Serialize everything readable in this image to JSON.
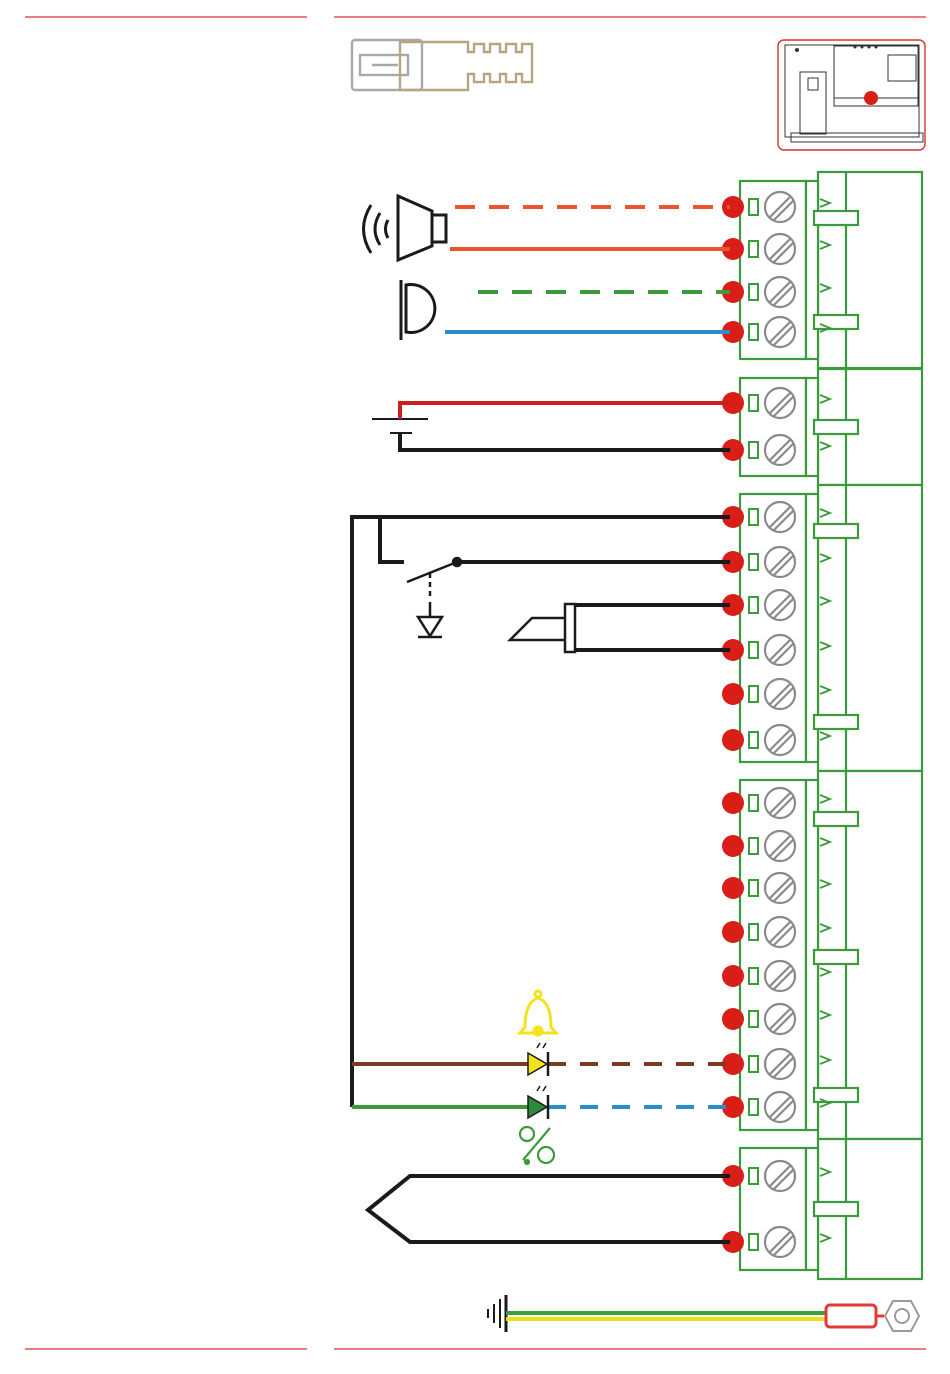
{
  "colors": {
    "rule": "#d9332b",
    "terminal_green": "#3b9a3b",
    "terminal_dot": "#d91e18",
    "screw_gray": "#8a8a8a",
    "wire_orange": "#e8542e",
    "wire_green": "#3c9a3c",
    "wire_blue": "#2a8fc8",
    "wire_red": "#cc1f1f",
    "wire_black": "#1a1a1a",
    "wire_brown": "#7a3b22",
    "led_yellow": "#f2e21c",
    "led_green": "#2c8a3c",
    "bell_yellow": "#f4e21c",
    "ground_yellow": "#e8e21c",
    "ground_green": "#3aa03a",
    "lug_red": "#e03a3a",
    "plug_gray": "#a8a8a8",
    "plug_tan": "#b8a585",
    "thumbnail_border": "#d9332b"
  },
  "icons": [
    "handset-plug-icon",
    "control-board-thumbnail-icon",
    "speaker-icon",
    "microphone-icon",
    "power-supply-icon",
    "push-button-switch-icon",
    "ground-symbol-icon",
    "door-lock-icon",
    "bell-icon",
    "yellow-led-icon",
    "green-led-icon",
    "unlock-symbol-icon",
    "thermal-probe-icon",
    "earth-ground-icon",
    "ring-lug-icon"
  ],
  "blocks": [
    {
      "id": "audio",
      "terminals": 4
    },
    {
      "id": "power",
      "terminals": 2
    },
    {
      "id": "inputs",
      "terminals": 6
    },
    {
      "id": "outputs",
      "terminals": 8
    },
    {
      "id": "probe",
      "terminals": 2
    }
  ]
}
